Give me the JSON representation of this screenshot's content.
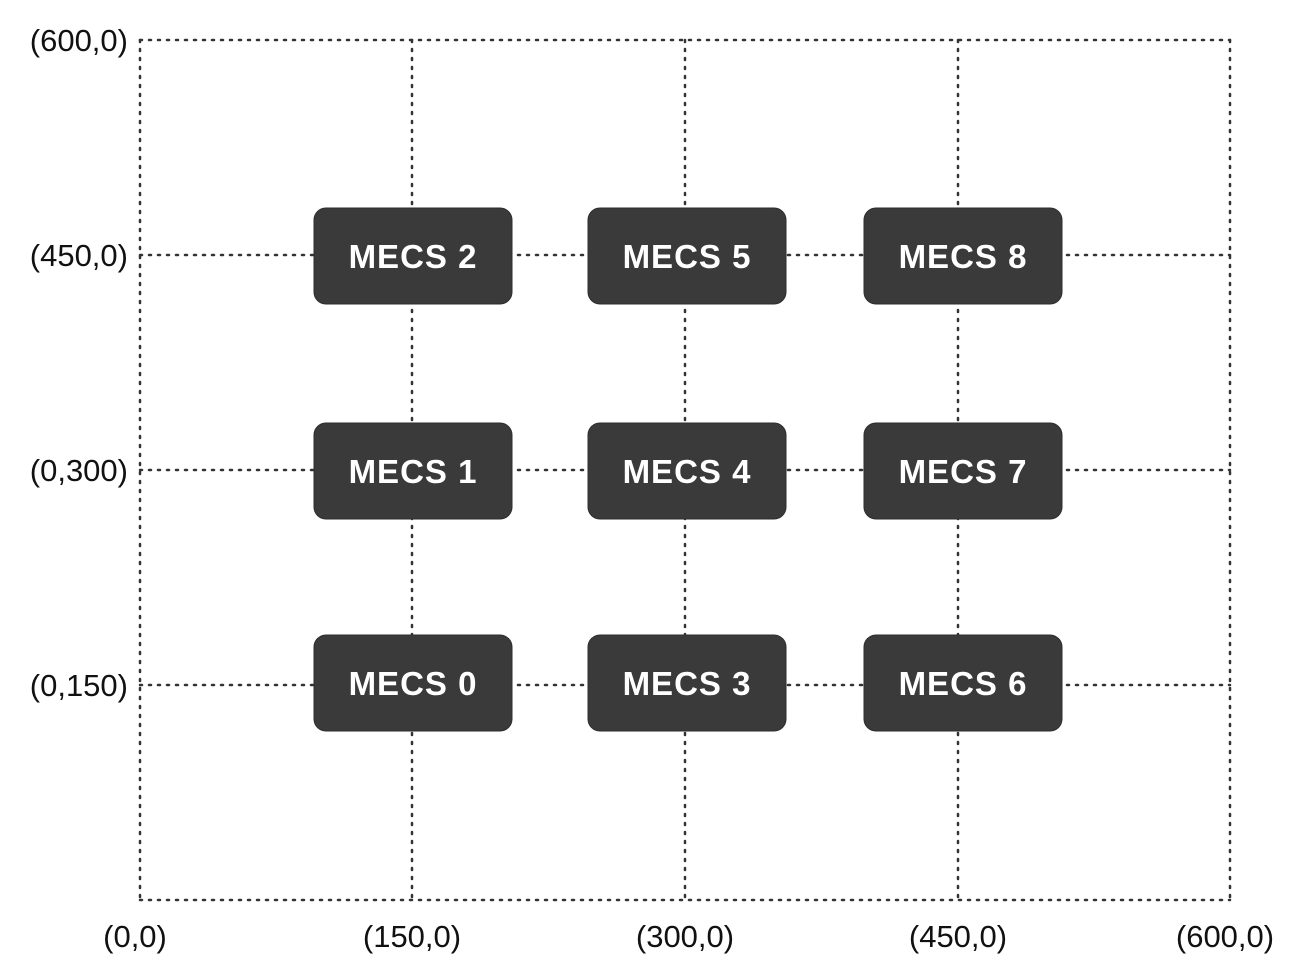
{
  "diagram": {
    "x_tick_labels": [
      "(0,0)",
      "(150,0)",
      "(300,0)",
      "(450,0)",
      "(600,0)"
    ],
    "y_tick_labels": [
      "(0,150)",
      "(0,300)",
      "(450,0)",
      "(600,0)"
    ],
    "nodes": [
      {
        "label": "MECS 0",
        "col": 0,
        "row": 0
      },
      {
        "label": "MECS 1",
        "col": 0,
        "row": 1
      },
      {
        "label": "MECS 2",
        "col": 0,
        "row": 2
      },
      {
        "label": "MECS 3",
        "col": 1,
        "row": 0
      },
      {
        "label": "MECS 4",
        "col": 1,
        "row": 1
      },
      {
        "label": "MECS 5",
        "col": 1,
        "row": 2
      },
      {
        "label": "MECS 6",
        "col": 2,
        "row": 0
      },
      {
        "label": "MECS 7",
        "col": 2,
        "row": 1
      },
      {
        "label": "MECS 8",
        "col": 2,
        "row": 2
      }
    ],
    "colors": {
      "node_fill": "#3a3a3a",
      "node_text": "#ffffff",
      "grid": "#333333"
    }
  }
}
